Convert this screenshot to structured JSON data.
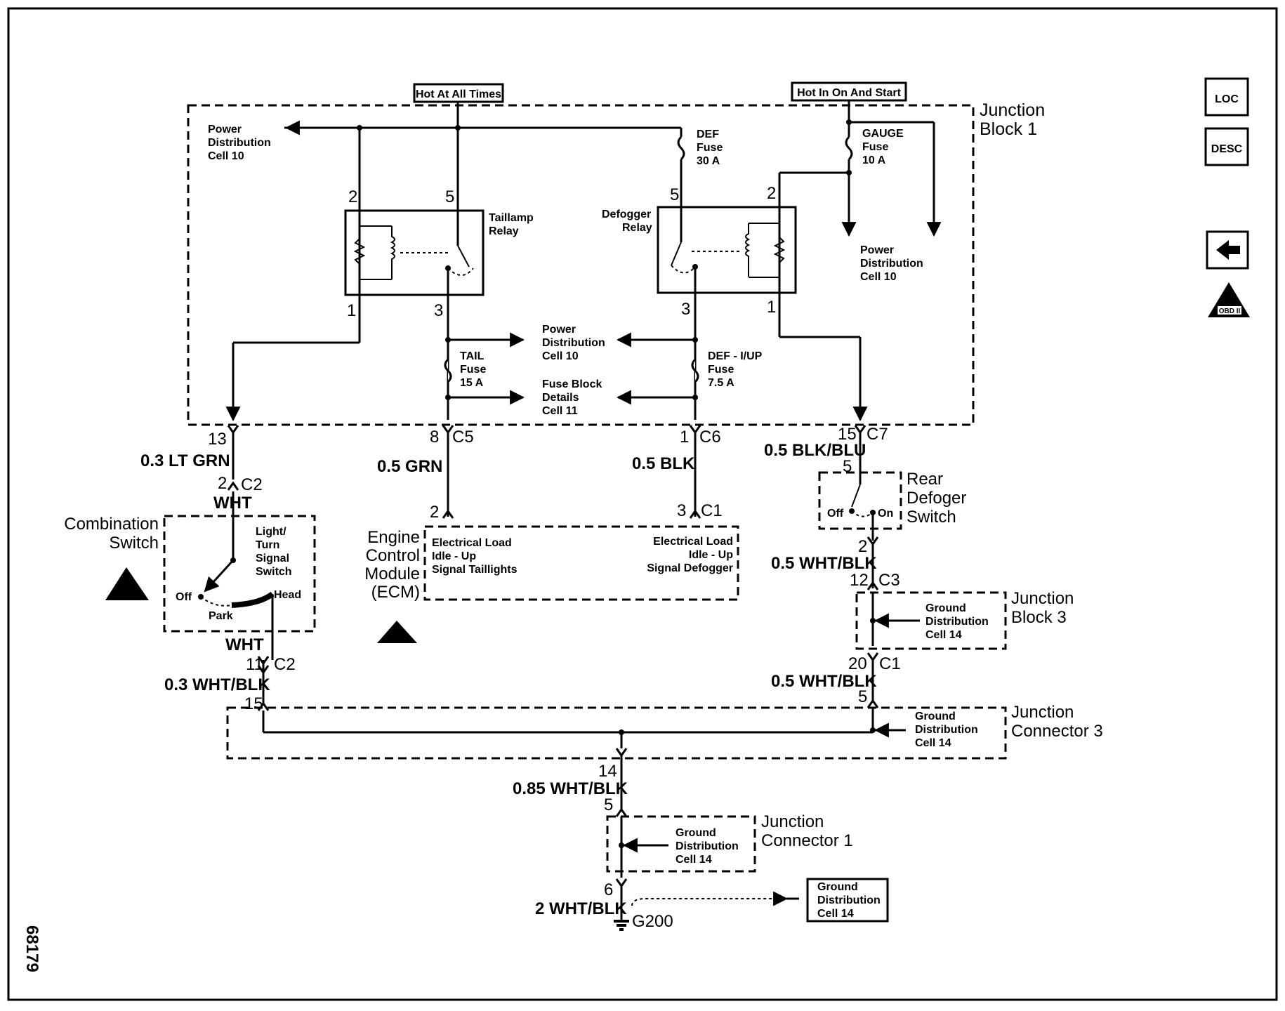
{
  "banners": {
    "hot_all_times": "Hot At All Times",
    "hot_on_start": "Hot In On And Start"
  },
  "junction_block_1": {
    "line1": "Junction",
    "line2": "Block 1"
  },
  "pd_left": [
    "Power",
    "Distribution",
    "Cell 10"
  ],
  "pd_right": [
    "Power",
    "Distribution",
    "Cell 10"
  ],
  "pd_mid": [
    "Power",
    "Distribution",
    "Cell 10"
  ],
  "fuse_block": [
    "Fuse Block",
    "Details",
    "Cell 11"
  ],
  "def_fuse": [
    "DEF",
    "Fuse",
    "30 A"
  ],
  "gauge_fuse": [
    "GAUGE",
    "Fuse",
    "10 A"
  ],
  "tail_fuse": [
    "TAIL",
    "Fuse",
    "15 A"
  ],
  "defiup_fuse": [
    "DEF - I/UP",
    "Fuse",
    "7.5 A"
  ],
  "taillamp_relay": [
    "Taillamp",
    "Relay"
  ],
  "defogger_relay": [
    "Defogger",
    "Relay"
  ],
  "pins": {
    "tl2": "2",
    "tl5": "5",
    "tl1": "1",
    "tl3": "3",
    "df5": "5",
    "df2": "2",
    "df3": "3",
    "df1": "1",
    "c13": "13",
    "c8": "8",
    "c1": "1",
    "c15": "15",
    "cs2": "2",
    "cs11": "11",
    "ecm2": "2",
    "ecm3": "3",
    "rd5": "5",
    "rd2": "2",
    "jb12": "12",
    "jb20": "20",
    "jb5": "5",
    "jc15": "15",
    "jc14": "14",
    "j1_5": "5",
    "j1_6": "6"
  },
  "connectors": {
    "c5": "C5",
    "c6": "C6",
    "c7": "C7",
    "c2a": "C2",
    "c2b": "C2",
    "c1_ecm": "C1",
    "c3": "C3",
    "c1_jb3": "C1"
  },
  "wires": {
    "lt_grn": "0.3 LT GRN",
    "wht1": "WHT",
    "wht2": "WHT",
    "wht_blk_03": "0.3 WHT/BLK",
    "grn": "0.5 GRN",
    "blk": "0.5 BLK",
    "blk_blu": "0.5 BLK/BLU",
    "wht_blk_a": "0.5 WHT/BLK",
    "wht_blk_b": "0.5 WHT/BLK",
    "wht_blk_085": "0.85 WHT/BLK",
    "wht_blk_2": "2 WHT/BLK"
  },
  "combination_switch": {
    "line1": "Combination",
    "line2": "Switch",
    "inner": [
      "Light/",
      "Turn",
      "Signal",
      "Switch"
    ],
    "off": "Off",
    "park": "Park",
    "head": "Head"
  },
  "ecm": {
    "lines": [
      "Engine",
      "Control",
      "Module",
      "(ECM)"
    ],
    "left": [
      "Electrical Load",
      "Idle - Up",
      "Signal Taillights"
    ],
    "right": [
      "Electrical Load",
      "Idle - Up",
      "Signal Defogger"
    ]
  },
  "rear_defog": {
    "lines": [
      "Rear",
      "Defoger",
      "Switch"
    ],
    "off": "Off",
    "on": "On"
  },
  "junction_block_3": {
    "line1": "Junction",
    "line2": "Block 3"
  },
  "junction_connector_3": {
    "line1": "Junction",
    "line2": "Connector 3"
  },
  "junction_connector_1": {
    "line1": "Junction",
    "line2": "Connector 1"
  },
  "ground_dist": [
    "Ground",
    "Distribution",
    "Cell 14"
  ],
  "ground": "G200",
  "side_icons": {
    "loc": "LOC",
    "desc": "DESC",
    "obd": "OBD II"
  },
  "figure_number": "68179"
}
